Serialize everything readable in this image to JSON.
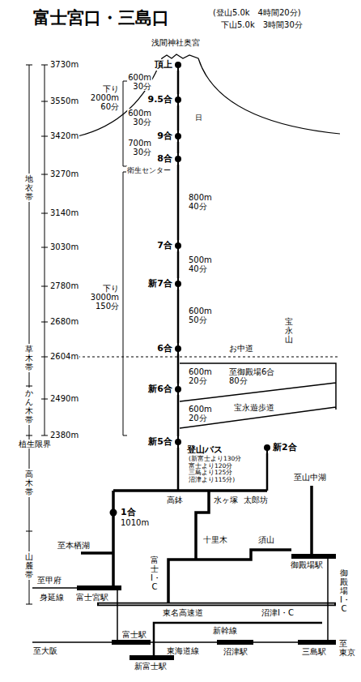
{
  "diagram": {
    "title": "富士宮口・三島口",
    "nodes": [
      {
        "text": [
          "頂上"
        ]
      },
      {
        "text": [
          "9.5合"
        ]
      },
      {
        "text": [
          "9合"
        ]
      },
      {
        "text": [
          "8合"
        ]
      },
      {
        "text": [
          "7合"
        ]
      },
      {
        "text": [
          "新7合"
        ]
      },
      {
        "text": [
          "6合"
        ]
      },
      {
        "text": [
          "新6合"
        ]
      },
      {
        "text": [
          "新5合"
        ]
      },
      {
        "text": [
          "新2合"
        ]
      }
    ],
    "edges": [
      {
        "from": 0,
        "to": 1,
        "label": "600m 30分",
        "arrow": "none"
      },
      {
        "from": 1,
        "to": 2,
        "label": "600m 30分",
        "arrow": "none"
      },
      {
        "from": 2,
        "to": 3,
        "label": "700m 30分",
        "arrow": "none"
      },
      {
        "from": 3,
        "to": 4,
        "label": "800m 40分",
        "arrow": "none"
      },
      {
        "from": 4,
        "to": 5,
        "label": "500m 40分",
        "arrow": "none"
      },
      {
        "from": 5,
        "to": 6,
        "label": "600m 50分",
        "arrow": "none"
      },
      {
        "from": 6,
        "to": 7,
        "label": "600m 20分",
        "arrow": "none"
      },
      {
        "from": 7,
        "to": 8,
        "label": "600m 20分",
        "arrow": "none"
      }
    ],
    "labels": [
      "(登山5.0k　4時間20分)",
      "下山5.0k　3時間30分",
      "浅間神社奥宮",
      "3730m",
      "3550m",
      "3420m",
      "3270m",
      "3140m",
      "3030m",
      "2780m",
      "2680m",
      "2604m",
      "2490m",
      "2380m",
      "地衣帯",
      "草木帯",
      "かん木帯",
      "植生限界",
      "高木帯",
      "山麓帯",
      "下り 2000m 60分",
      "下り 3000m 150分",
      "衛生センター",
      "日",
      "宝永山",
      "お中道",
      "至御殿場6合 80分",
      "宝永遊歩道",
      "登山バス",
      "(新富士より130分 富士より120分 三島より125分 沼津より115分)",
      "至山中湖",
      "高鉢",
      "水ヶ塚",
      "太郎坊",
      "1合",
      "1010m",
      "至本栖湖",
      "十里木",
      "須山",
      "御殿場駅",
      "至甲府",
      "富士I・C",
      "身延線",
      "富士宮駅",
      "御殿場I・C",
      "東名高速道",
      "沼津I・C",
      "新幹線",
      "富士駅",
      "東海道線",
      "至大阪",
      "沼津駅",
      "三島駅",
      "至 東京",
      "新富士駅"
    ]
  }
}
